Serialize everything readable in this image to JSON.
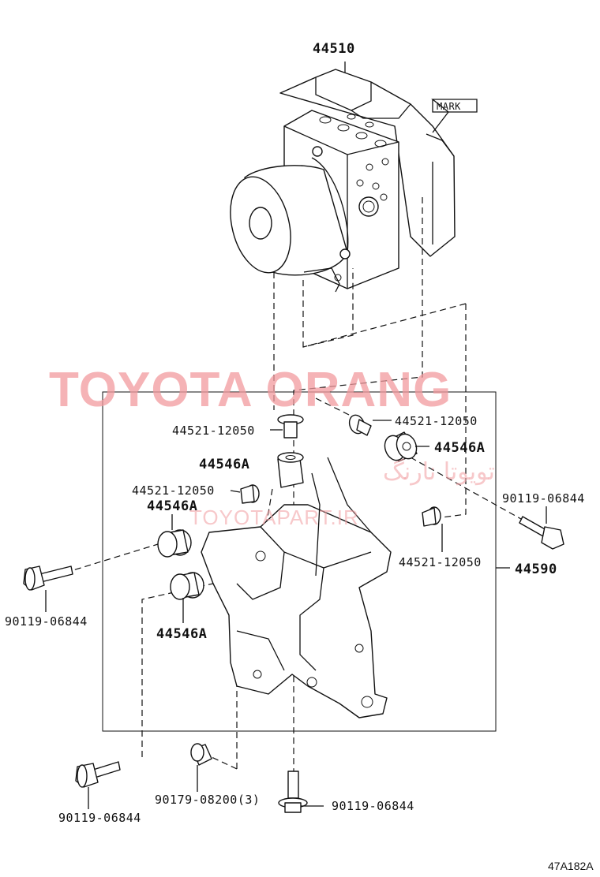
{
  "diagram": {
    "labels": {
      "actuator": "44510",
      "mark": "MARK",
      "bolt_top_center": "44521-12050",
      "bolt_top_right": "44521-12050",
      "cushion_center": "44546A",
      "cushion_right": "44546A",
      "bolt_mid_left": "44521-12050",
      "cushion_left_upper": "44546A",
      "bolt_right_mid": "90119-06844",
      "bolt_right_lower": "44521-12050",
      "bracket": "44590",
      "bolt_left": "90119-06844",
      "cushion_left_lower": "44546A",
      "bolt_bottom_left": "90119-06844",
      "nut_bottom": "90179-08200(3)",
      "bolt_bottom_center": "90119-06844"
    },
    "reference_code": "47A182A"
  },
  "watermarks": {
    "main": "TOYOTA ORANG",
    "site": "TOYOTAPART.IR",
    "persian": "تویوتا نارنگ"
  }
}
